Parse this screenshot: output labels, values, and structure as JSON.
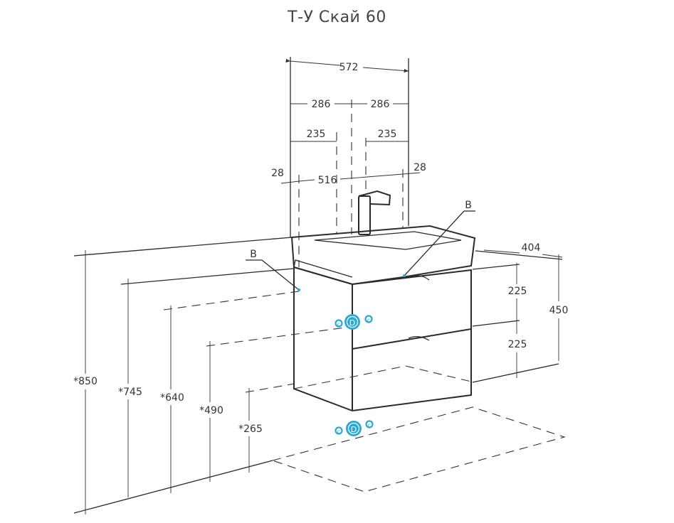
{
  "title": "Т-У Скай 60",
  "dimensions": {
    "w572": "572",
    "w286_left": "286",
    "w286_right": "286",
    "w235_left": "235",
    "w235_right": "235",
    "w28_left": "28",
    "w516": "516",
    "w28_right": "28",
    "d404": "404",
    "h225_top": "225",
    "h225_bottom": "225",
    "h450": "450",
    "h850": "*850",
    "h745": "*745",
    "h640": "*640",
    "h490": "*490",
    "h265": "*265"
  },
  "labels": {
    "b_left": "B",
    "b_right": "B",
    "connector_d": "D",
    "connector_c": "c"
  },
  "colors": {
    "line": "#2b2b2b",
    "accent": "#2aa8d6"
  }
}
